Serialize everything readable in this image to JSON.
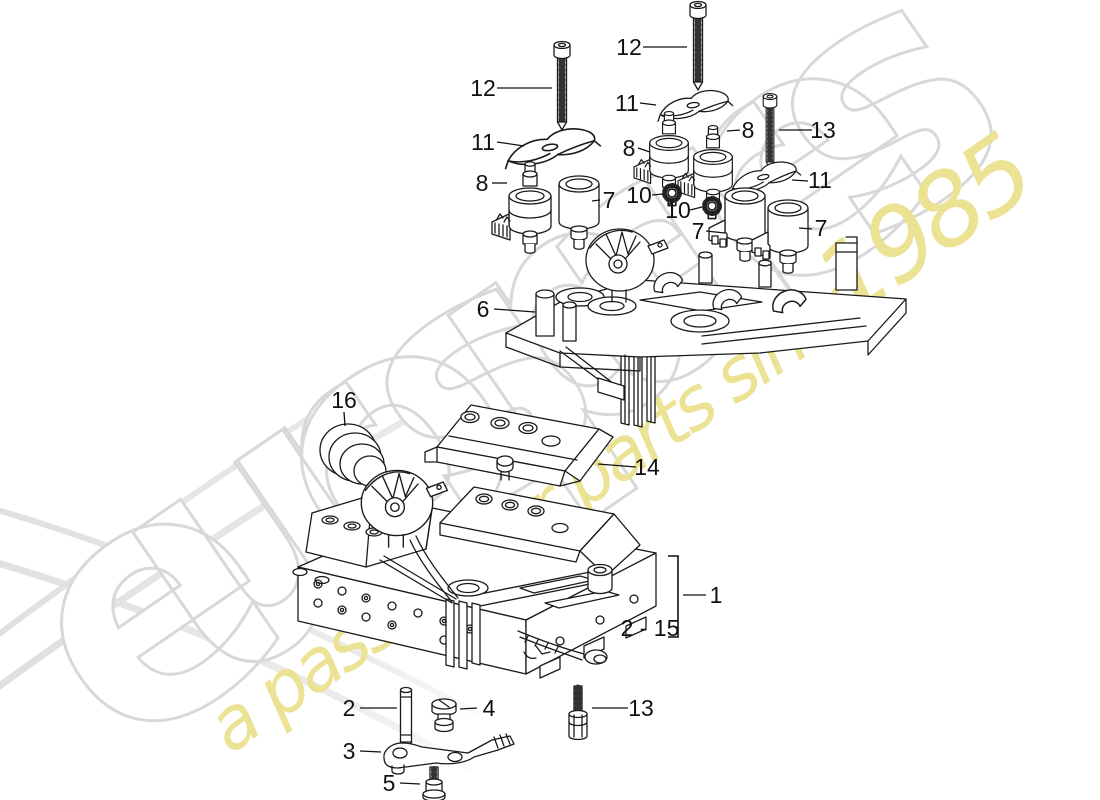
{
  "watermark": {
    "brand_text": "eurospares",
    "brand_fill": "#ffffff",
    "brand_outline": "#d8d8d8",
    "tagline_text": "a passion for parts since",
    "tagline_year": "1985",
    "tagline_color": "#ece293",
    "swoosh_color": "#e2e2e2"
  },
  "callouts": [
    {
      "id": "screw-12-top",
      "text": "12"
    },
    {
      "id": "screw-12-left",
      "text": "12"
    },
    {
      "id": "clip-11-mid",
      "text": "11"
    },
    {
      "id": "clip-11-left",
      "text": "11"
    },
    {
      "id": "clip-11-right",
      "text": "11"
    },
    {
      "id": "solenoid-8-left",
      "text": "8"
    },
    {
      "id": "solenoid-8-mid",
      "text": "8"
    },
    {
      "id": "solenoid-8-mid-right",
      "text": "8"
    },
    {
      "id": "solenoid-7-left",
      "text": "7"
    },
    {
      "id": "solenoid-7-right-1",
      "text": "7"
    },
    {
      "id": "solenoid-7-right-2",
      "text": "7"
    },
    {
      "id": "star-nut-upper",
      "text": "10"
    },
    {
      "id": "star-nut-lower",
      "text": "10"
    },
    {
      "id": "screw-13-top",
      "text": "13"
    },
    {
      "id": "harness-carrier",
      "text": "6"
    },
    {
      "id": "end-plug",
      "text": "16"
    },
    {
      "id": "cover-plate",
      "text": "14"
    },
    {
      "id": "valve-body",
      "text": "1"
    },
    {
      "id": "assembly-range",
      "text": "2 - 15"
    },
    {
      "id": "pin",
      "text": "2"
    },
    {
      "id": "valve",
      "text": "4"
    },
    {
      "id": "screw-13-bottom",
      "text": "13"
    },
    {
      "id": "lever",
      "text": "3"
    },
    {
      "id": "bolt",
      "text": "5"
    }
  ]
}
